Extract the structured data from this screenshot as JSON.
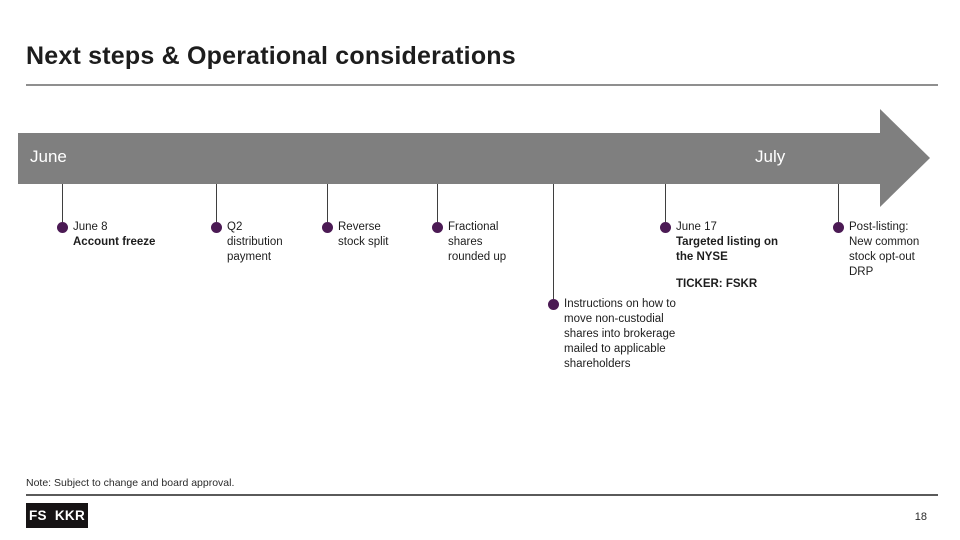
{
  "slide": {
    "title": "Next steps & Operational considerations",
    "note": "Note: Subject to change and board approval.",
    "page_number": "18",
    "logo": {
      "left": "FS",
      "right": "KKR"
    }
  },
  "timeline": {
    "start_label": "June",
    "end_label": "July",
    "arrow_color": "#7f7f7f",
    "dot_color": "#4b1a54",
    "milestones": [
      {
        "lines": [
          {
            "text": "June 8",
            "bold": false
          },
          {
            "text": "Account freeze",
            "bold": true
          }
        ]
      },
      {
        "lines": [
          {
            "text": "Q2",
            "bold": false
          },
          {
            "text": "distribution",
            "bold": false
          },
          {
            "text": "payment",
            "bold": false
          }
        ]
      },
      {
        "lines": [
          {
            "text": "Reverse",
            "bold": false
          },
          {
            "text": "stock split",
            "bold": false
          }
        ]
      },
      {
        "lines": [
          {
            "text": "Fractional",
            "bold": false
          },
          {
            "text": "shares",
            "bold": false
          },
          {
            "text": "rounded up",
            "bold": false
          }
        ]
      },
      {
        "lines": [
          {
            "text": "Instructions on how to",
            "bold": false
          },
          {
            "text": "move non-custodial",
            "bold": false
          },
          {
            "text": "shares into brokerage",
            "bold": false
          },
          {
            "text": "mailed to applicable",
            "bold": false
          },
          {
            "text": "shareholders",
            "bold": false
          }
        ]
      },
      {
        "lines": [
          {
            "text": "June 17",
            "bold": false
          },
          {
            "text": "Targeted listing on",
            "bold": true
          },
          {
            "text": "the NYSE",
            "bold": true
          },
          {
            "text": "TICKER: FSKR",
            "bold": true
          }
        ]
      },
      {
        "lines": [
          {
            "text": "Post-listing:",
            "bold": false
          },
          {
            "text": "New common",
            "bold": false
          },
          {
            "text": "stock opt-out",
            "bold": false
          },
          {
            "text": "DRP",
            "bold": false
          }
        ]
      }
    ]
  }
}
